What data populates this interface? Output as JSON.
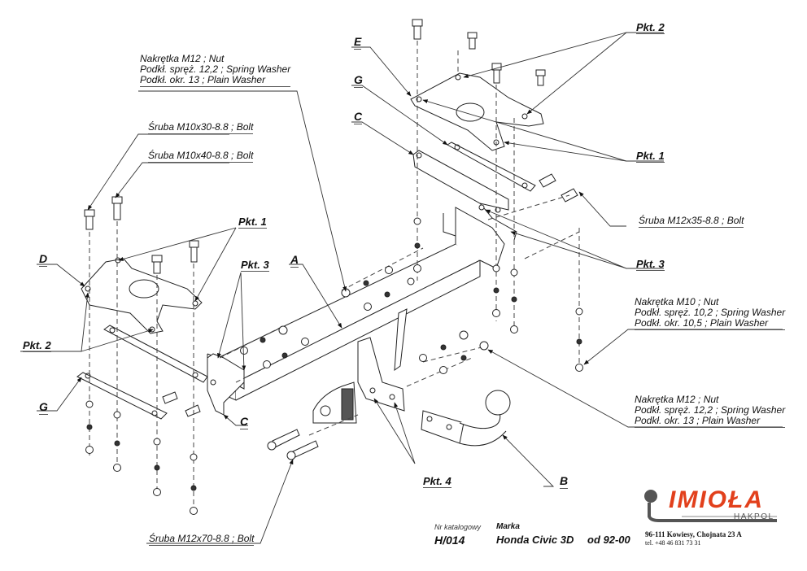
{
  "labels": {
    "nut_m12_top": [
      "Nakrętka  M12 ; Nut",
      "Podkł. spręż. 12,2 ; Spring Washer",
      "Podkł. okr. 13 ; Plain Washer"
    ],
    "bolt_m10x30": "Śruba M10x30-8.8   ;  Bolt",
    "bolt_m10x40": "Śruba M10x40-8.8   ;  Bolt",
    "bolt_m12x35": "Śruba M12x35-8.8   ;  Bolt",
    "nut_m10": [
      "Nakrętka  M10 ; Nut",
      "Podkł. spręż. 10,2 ; Spring Washer",
      "Podkł. okr. 10,5 ; Plain Washer"
    ],
    "nut_m12_bottom": [
      "Nakrętka  M12 ; Nut",
      "Podkł. spręż. 12,2 ; Spring Washer",
      "Podkł. okr. 13 ; Plain Washer"
    ],
    "bolt_m12x70": "Śruba M12x70-8.8   ;  Bolt",
    "pkt1": "Pkt. 1",
    "pkt2": "Pkt. 2",
    "pkt3": "Pkt. 3",
    "pkt4": "Pkt. 4"
  },
  "part_letters": {
    "A": "A",
    "B": "B",
    "C": "C",
    "D": "D",
    "E": "E",
    "G": "G"
  },
  "title_block": {
    "catalog_label": "Nr katalogowy",
    "catalog_number": "H/014",
    "brand_label": "Marka",
    "model": "Honda Civic 3D",
    "years": "od  92-00"
  },
  "company": {
    "logo_name": "IMIOŁA",
    "logo_sub": "HAKPOL",
    "address": "96-111 Kowiesy, Chojnata 23 A",
    "phone": "tel. +48 46 831 73 31",
    "brand_color": "#e2401c",
    "logo_gray": "#555555"
  }
}
